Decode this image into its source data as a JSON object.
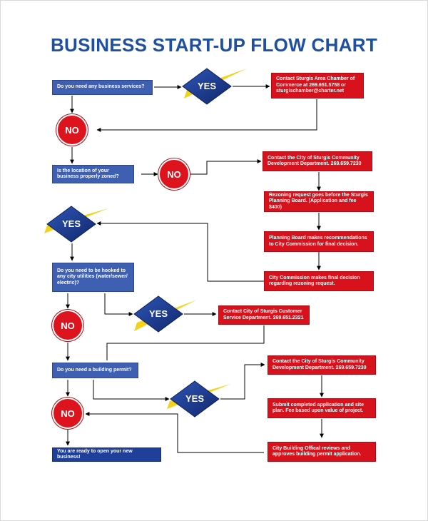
{
  "title": "BUSINESS START-UP FLOW CHART",
  "questions": {
    "q1": "Do you need any business services?",
    "q2": "Is the location of your business properly zoned?",
    "q3": "Do you need to be hooked to any city utilities (water/sewer/ electric)?",
    "q4": "Do you need a building permit?",
    "final": "You are ready to open your new business!"
  },
  "answers": {
    "yes": "YES",
    "no": "NO"
  },
  "actions": {
    "chamber": "Contact Sturgis Area Chamber of Commerce at 269.651.5758 or sturgischamber@charter.net",
    "cdd_zoning": "Contact the City of Sturgis Community Development Department. 269.659.7230",
    "rezoning": "Rezoning request goes before the Sturgis Planning Board. (Application and fee $400)",
    "planning_board": "Planning Board makes recommendations to City Commission for final decision.",
    "commission": "City Commission makes final decision regarding rezoning request.",
    "customer_service": "Contact City of Sturgis Customer Service Department. 269.651.2321",
    "cdd_permit": "Contact the City of Sturgis Community Development Department. 269.659.7230",
    "submit": "Submit completed application and site plan. Fee based upon value of project.",
    "reviews": "City Building Offical reviews and approves building permit application."
  },
  "colors": {
    "title": "#1f4fa0",
    "question_box": "#3f5fb3",
    "action_box": "#d8121c",
    "no_circle": "#dd141d",
    "diamond": "#1d3a8a",
    "swoosh": "#f2d21b",
    "arrow": "#000000"
  }
}
